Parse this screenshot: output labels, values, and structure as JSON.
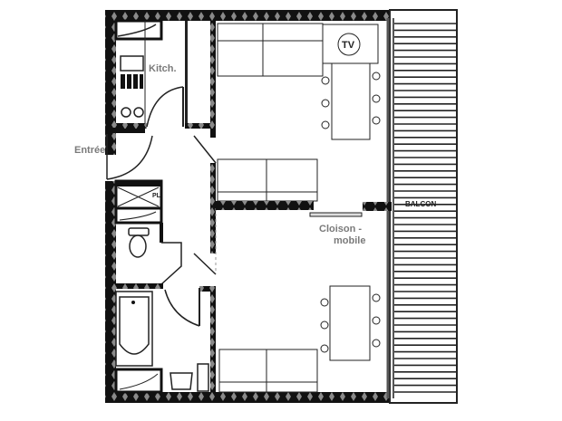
{
  "plan": {
    "type": "apartment floor plan",
    "labels": {
      "kitchen": "Kitch.",
      "entrance": "Entrée",
      "tv": "TV",
      "balcony": "BALCON",
      "partition_line1": "Cloison -",
      "partition_line2": "mobile",
      "closet": "PL"
    },
    "colors": {
      "wall": "#111111",
      "wall_pattern": "#8a8a8a",
      "line": "#222222",
      "label": "#7a7a7a",
      "background": "#ffffff"
    }
  }
}
